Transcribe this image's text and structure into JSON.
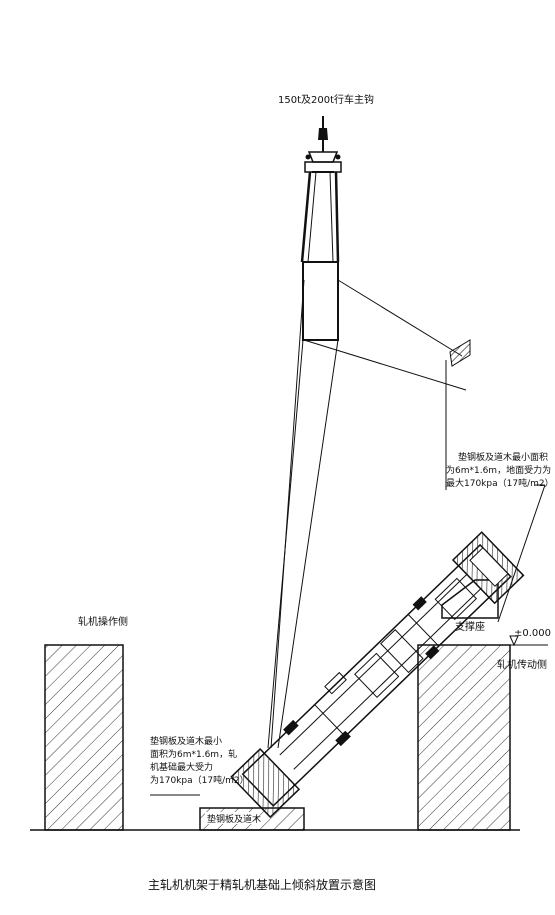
{
  "labels": {
    "hook": "150t及200t行车主钩",
    "operation_side": "轧机操作侧",
    "drive_side": "轧机传动侧",
    "support_seat": "支撑座",
    "elevation": "±0.000",
    "bottom_pad": "垫钢板及道木",
    "top_note": [
      "垫钢板及道木最小面积",
      "为6m*1.6m，地面受力为",
      "最大170kpa（17吨/m2）"
    ],
    "bottom_note": [
      "垫钢板及道木最小",
      "面积为6m*1.6m，轧",
      "机基础最大受力",
      "为170kpa（17吨/m2）"
    ],
    "caption": "主轧机机架于精轧机基础上倾斜放置示意图"
  }
}
